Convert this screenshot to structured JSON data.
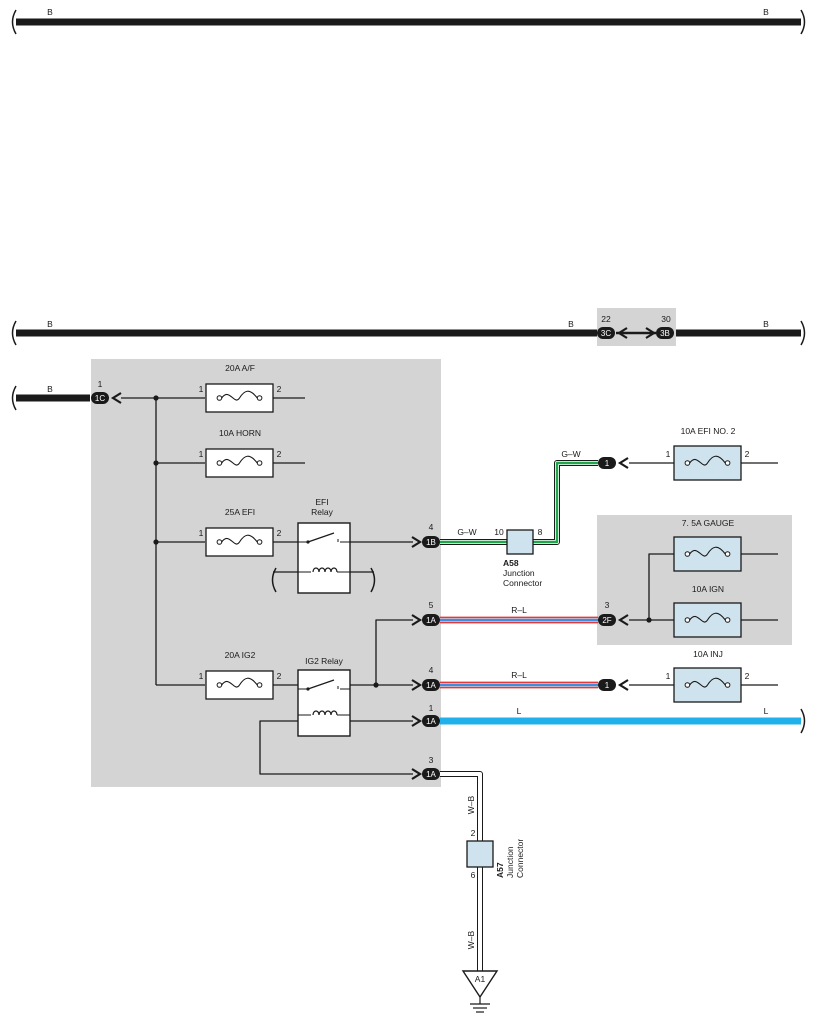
{
  "diagram": {
    "colors": {
      "panel": "#d4d4d4",
      "component": "#cfe3ef",
      "wire_black": "#1a1a1a",
      "wire_green": "#1ea64a",
      "wire_red": "#e23a3a",
      "wire_blue": "#3c8fe0",
      "wire_light_blue": "#21b1ea"
    },
    "wire_labels": {
      "top_left_b": "B",
      "top_right_b": "B",
      "mid_left_b": "B",
      "mid_center_b": "B",
      "mid_right_b": "B",
      "feed_b": "B",
      "g_w_lower": "G–W",
      "g_w_upper": "G–W",
      "r_l_upper": "R–L",
      "r_l_lower": "R–L",
      "l_left": "L",
      "l_right": "L",
      "w_b_upper": "W–B",
      "w_b_lower": "W–B"
    },
    "connectors": {
      "c1c": "1C",
      "c3c": "3C",
      "c3b": "3B",
      "c1b": "1B",
      "c1a_5": "1A",
      "c1a_4": "1A",
      "c1a_1": "1A",
      "c1a_3": "1A",
      "c2f": "2F",
      "c1_efi": "1",
      "c1_inj": "1"
    },
    "pins": {
      "c1c": "1",
      "c3c": "22",
      "c3b": "30",
      "c1b": "4",
      "c1a_5": "5",
      "c1a_4": "4",
      "c1a_1": "1",
      "c1a_3": "3",
      "c2f": "3",
      "af_1": "1",
      "af_2": "2",
      "horn_1": "1",
      "horn_2": "2",
      "efi_1": "1",
      "efi_2": "2",
      "ig2_1": "1",
      "ig2_2": "2",
      "efi2_1": "1",
      "efi2_2": "2",
      "inj_1": "1",
      "inj_2": "2",
      "a58_10": "10",
      "a58_8": "8",
      "a57_2": "2",
      "a57_6": "6"
    },
    "fuses": {
      "af": "20A A/F",
      "horn": "10A HORN",
      "efi": "25A EFI",
      "ig2": "20A IG2",
      "efi2": "10A EFI NO. 2",
      "gauge": "7. 5A GAUGE",
      "ign": "10A IGN",
      "inj": "10A INJ"
    },
    "relays": {
      "efi_line1": "EFI",
      "efi_line2": "Relay",
      "ig2": "IG2 Relay"
    },
    "junctions": {
      "a58_code": "A58",
      "a58_line1": "Junction",
      "a58_line2": "Connector",
      "a57_code": "A57",
      "a57_line1": "Junction",
      "a57_line2": "Connector"
    },
    "ground": "A1"
  }
}
